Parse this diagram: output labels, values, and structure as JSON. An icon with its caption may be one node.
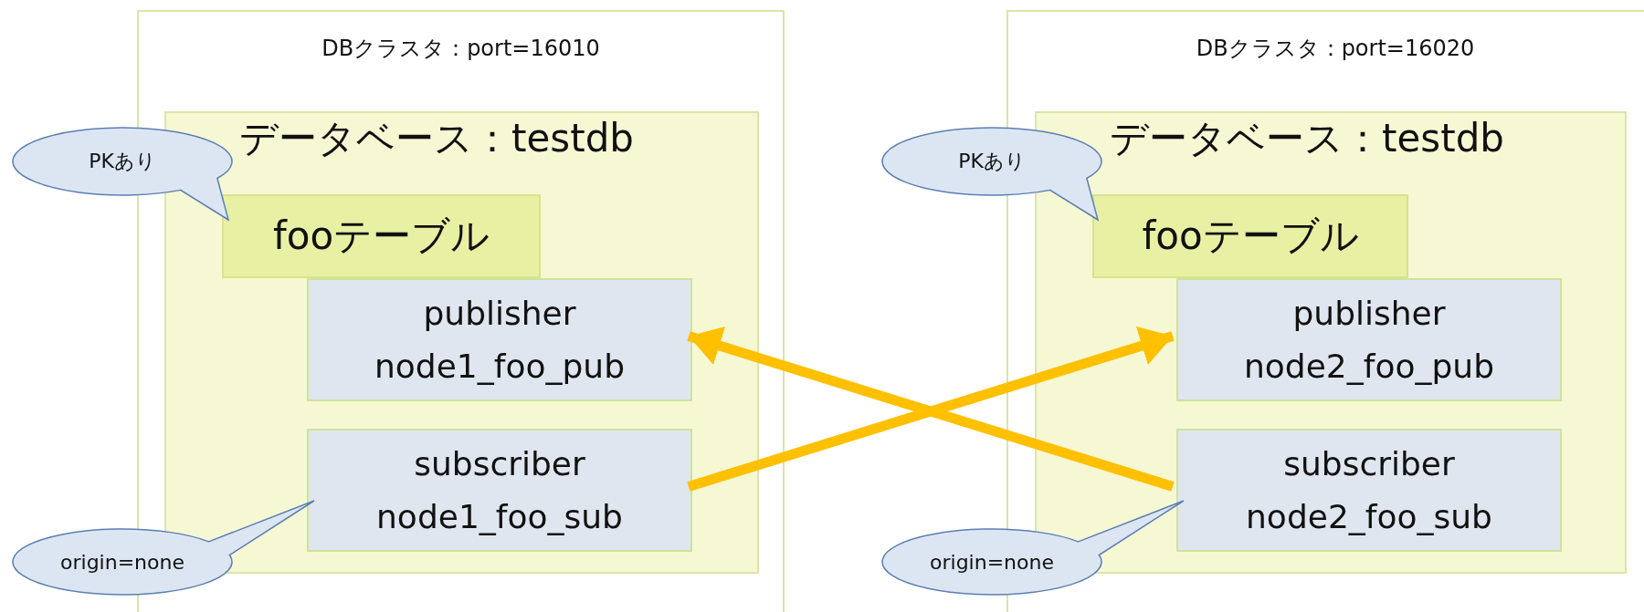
{
  "diagram": {
    "nodes": [
      {
        "text": [
          "DBクラスタ：port=16010"
        ]
      },
      {
        "text": [
          "データベース：testdb"
        ],
        "in": 0
      },
      {
        "text": [
          "PKあり"
        ]
      },
      {
        "text": [
          "fooテーブル"
        ],
        "in": 1
      },
      {
        "text": [
          "publisher",
          "node1_foo_pub"
        ],
        "in": 1
      },
      {
        "text": [
          "subscriber",
          "node1_foo_sub"
        ],
        "in": 1
      },
      {
        "text": [
          "origin=none"
        ]
      },
      {
        "text": [
          "DBクラスタ：port=16020"
        ]
      },
      {
        "text": [
          "データベース：testdb"
        ],
        "in": 7
      },
      {
        "text": [
          "PKあり"
        ]
      },
      {
        "text": [
          "fooテーブル"
        ],
        "in": 8
      },
      {
        "text": [
          "publisher",
          "node2_foo_pub"
        ],
        "in": 8
      },
      {
        "text": [
          "subscriber",
          "node2_foo_sub"
        ],
        "in": 8
      },
      {
        "text": [
          "origin=none"
        ]
      }
    ],
    "edges": [
      {
        "from": 5,
        "to": 11,
        "arrow": "to"
      },
      {
        "from": 12,
        "to": 4,
        "arrow": "to"
      }
    ]
  }
}
